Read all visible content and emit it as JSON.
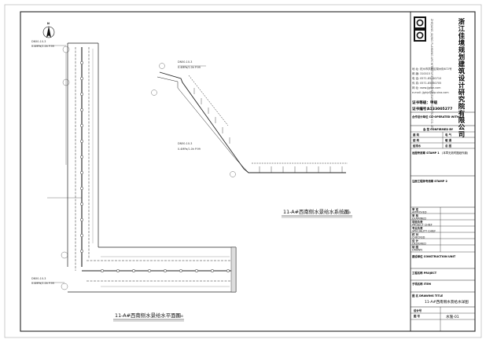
{
  "company": {
    "name_cn": "浙江佳境规划建筑设计研究院有限公司",
    "name_en": "ZHEJIANG JIAJING PLANNING ARCHITECTURE DESIGN RESEARCH INSTITUTE CO. LTD",
    "contact_lines": [
      "地 址: 杭州市拱墅区湖州街672号",
      "邮 编: 310015",
      "电 话: 0571-85060710",
      "传 真: 0571-85060705",
      "网 址: www.jjghjz.com",
      "e-mail: jjghjz@vip.sina.com"
    ],
    "cert_level_label": "证书等级：甲级",
    "cert_no_label": "证书编号：",
    "cert_no": "A133005277"
  },
  "title_block": {
    "co_operated": "合作设计单位  CO-OPERATED WITH",
    "sign_header": "会  签   CONFIRMED BY",
    "sign_rows": [
      [
        "建 筑",
        "",
        "电 气",
        ""
      ],
      [
        "结 构",
        "",
        "暖 通",
        ""
      ],
      [
        "给排水",
        "",
        "总 图",
        ""
      ]
    ],
    "stamp1_label": "出图专用章  STAMP 1",
    "stamp1_note": "(本章无效时图纸作废)",
    "stamp2_label": "注册工程师专用章  STAMP 2",
    "staff_rows": [
      {
        "cn": "审 定",
        "en": "APPROVED"
      },
      {
        "cn": "审 核",
        "en": "EXAMINED"
      },
      {
        "cn": "项目负责",
        "en": "PROJECT CHIEF"
      },
      {
        "cn": "专业负责",
        "en": "SPECIALITY CHIEF"
      },
      {
        "cn": "校 对",
        "en": "CHECKED"
      },
      {
        "cn": "设 计",
        "en": "DESIGNED"
      },
      {
        "cn": "制 图",
        "en": "DRAWN"
      }
    ],
    "construction_unit": "建设单位  CONSTRUCTION UNIT",
    "project_name": "工程名称  PROJECT",
    "item_name": "子项名称  ITEM",
    "drawing_title_label": "图     名  DRAWING TITLE",
    "drawing_title": "11-A#西南侧水景给水详图",
    "design_no_label": "设计号",
    "drawing_no_label": "图  号",
    "drawing_no": "水施-01"
  },
  "drawings": {
    "plan_title": "11-A#西南侧水景给水平面图",
    "plan_scale": "1:100",
    "system_title": "11-A#西南侧水景给水系统图",
    "system_scale": "1:100",
    "north_label": "N",
    "callout_ref": "DN50-10-3",
    "callout_spec": "0.4MPa/1.0h P.99"
  }
}
